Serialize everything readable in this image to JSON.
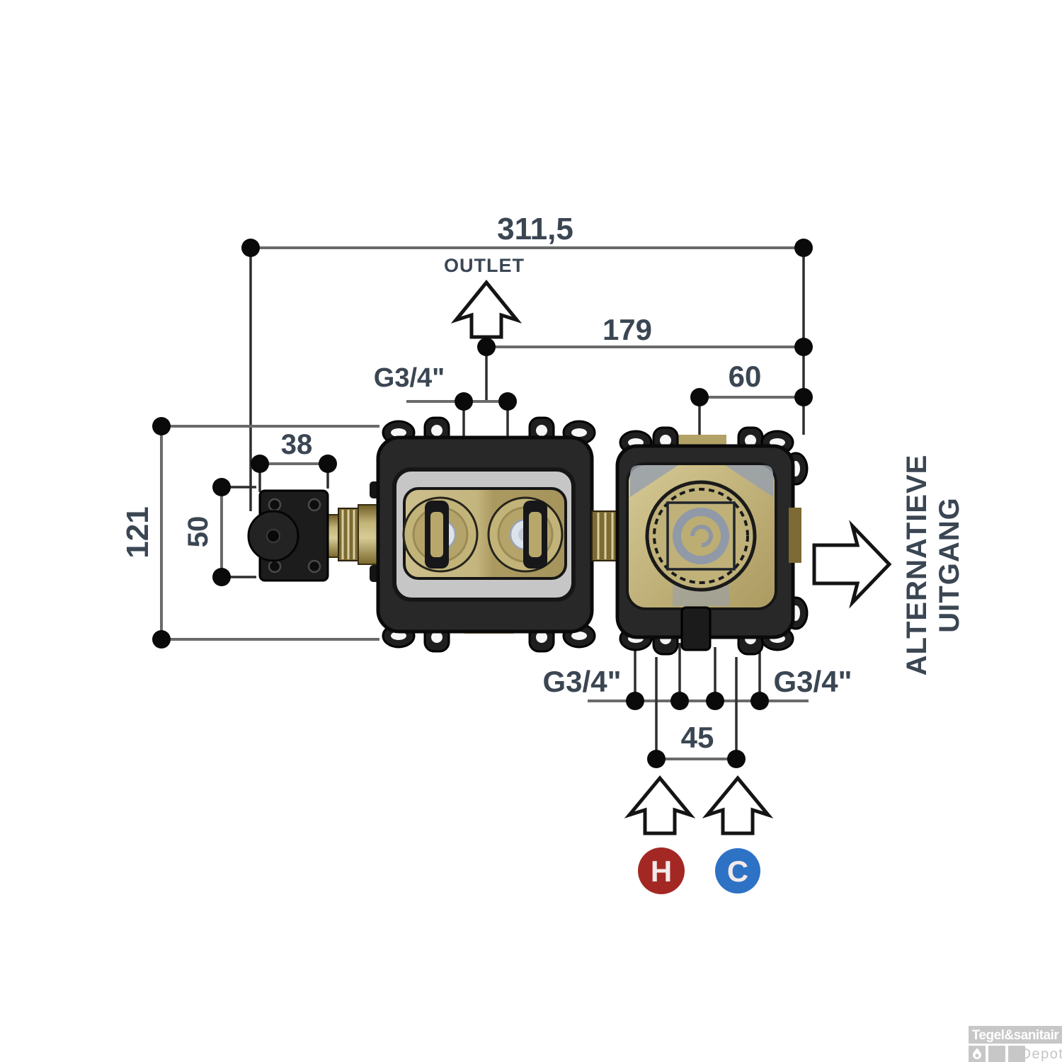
{
  "diagram": {
    "type": "technical-drawing",
    "subject": "concealed-thermostatic-valve-rough-in",
    "labels": {
      "outlet": "OUTLET",
      "alt_outlet_line1": "ALTERNATIEVE",
      "alt_outlet_line2": "UITGANG",
      "hot": "H",
      "cold": "C"
    },
    "dimensions": {
      "overall_width": "311,5",
      "outlet_offset": "179",
      "right_port_offset": "60",
      "stop_valve_width": "38",
      "stop_valve_height": "50",
      "body_height": "121",
      "inlet_spacing": "45"
    },
    "threads": {
      "outlet_top": "G3/4\"",
      "inlet_left": "G3/4\"",
      "inlet_right": "G3/4\""
    },
    "colors": {
      "hot": "#a32823",
      "cold": "#2d72c5",
      "label_text": "#3b4653",
      "dim_line": "#6a6a6a",
      "ext_line": "#2e2e2e",
      "housing": "#282828",
      "plate_gray": "#c6c6c6",
      "brass": "#b3a265",
      "brass_light": "#cfc290",
      "brass_dark": "#7d6a34",
      "steel_blue": "#98a0ac"
    }
  },
  "watermark": {
    "brand": "Tegel&sanitair",
    "sub": "Depot"
  }
}
